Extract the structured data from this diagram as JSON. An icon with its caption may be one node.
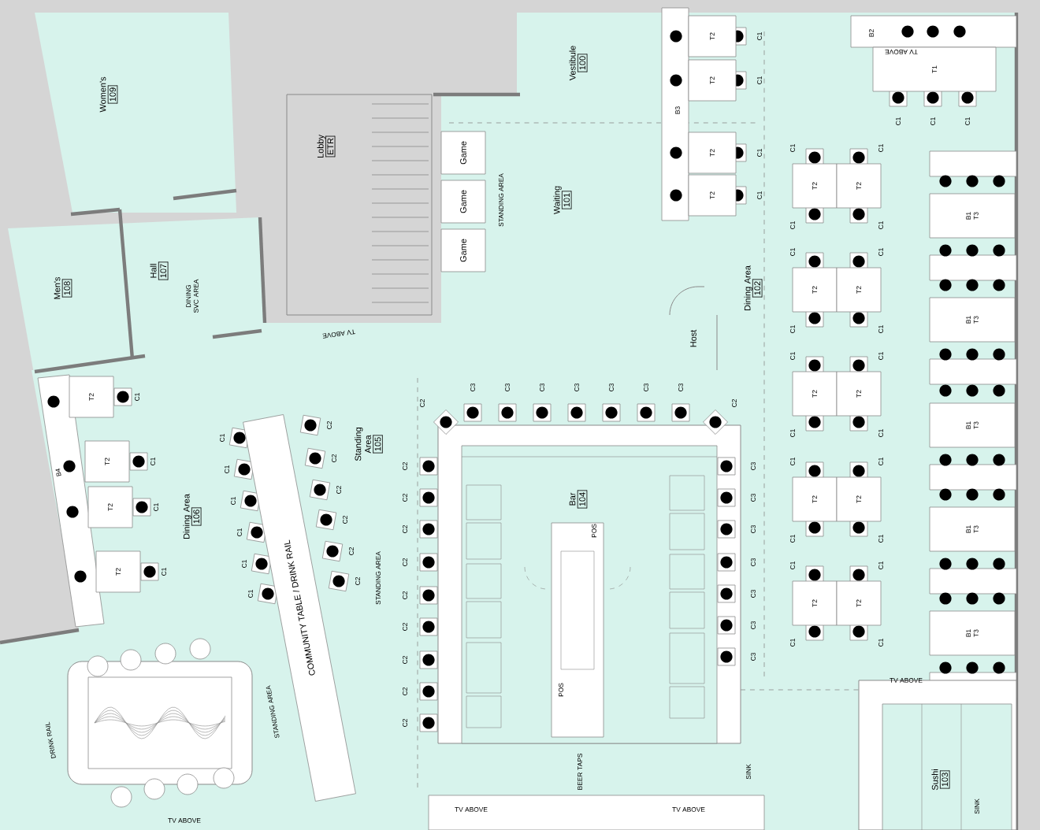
{
  "diagram": {
    "nodes": [
      {
        "text": [
          "Women's",
          "109"
        ]
      },
      {
        "text": [
          "Lobby",
          "ETR"
        ]
      },
      {
        "text": [
          "Men's",
          "108"
        ]
      },
      {
        "text": [
          "Hall",
          "107"
        ]
      },
      {
        "text": [
          "Vestibule",
          "100"
        ]
      },
      {
        "text": [
          "Waiting",
          "101"
        ]
      },
      {
        "text": [
          "Game"
        ]
      },
      {
        "text": [
          "Game"
        ]
      },
      {
        "text": [
          "Game"
        ]
      },
      {
        "text": [
          "Host"
        ]
      },
      {
        "text": [
          "Dining Area",
          "102"
        ]
      },
      {
        "text": [
          "Standing Area",
          "105"
        ]
      },
      {
        "text": [
          "Bar",
          "104"
        ]
      },
      {
        "text": [
          "Dining Area",
          "106"
        ]
      },
      {
        "text": [
          "Sushi",
          "103"
        ]
      },
      {
        "text": [
          "COMMUNITY TABLE / DRINK RAIL"
        ],
        "beside": [
          "C1",
          "C1",
          "C1",
          "C1",
          "C1",
          "C1",
          "C2",
          "C2",
          "C2",
          "C2",
          "C2",
          "C2"
        ]
      },
      {
        "text": [
          "T2"
        ],
        "beside": [
          "C1"
        ]
      },
      {
        "text": [
          "T2"
        ],
        "beside": [
          "C1"
        ]
      },
      {
        "text": [
          "T2"
        ],
        "beside": [
          "C1"
        ]
      },
      {
        "text": [
          "T2"
        ],
        "beside": [
          "C1"
        ]
      },
      {
        "text": [
          "T1"
        ],
        "beside": [
          "C1",
          "C1",
          "C1"
        ]
      },
      {
        "text": [
          "T2"
        ],
        "beside": [
          "C1",
          "C1"
        ]
      },
      {
        "text": [
          "T2"
        ],
        "beside": [
          "C1",
          "C1"
        ]
      },
      {
        "text": [
          "T2"
        ],
        "beside": [
          "C1",
          "C1"
        ]
      },
      {
        "text": [
          "T2"
        ],
        "beside": [
          "C1",
          "C1"
        ]
      },
      {
        "text": [
          "T2"
        ],
        "beside": [
          "C1",
          "C1"
        ]
      },
      {
        "text": [
          "T2"
        ],
        "beside": [
          "C1",
          "C1"
        ]
      },
      {
        "text": [
          "T2"
        ],
        "beside": [
          "C1",
          "C1"
        ]
      },
      {
        "text": [
          "T2"
        ],
        "beside": [
          "C1",
          "C1"
        ]
      },
      {
        "text": [
          "T2"
        ],
        "beside": [
          "C1",
          "C1"
        ]
      },
      {
        "text": [
          "T2"
        ],
        "beside": [
          "C1",
          "C1"
        ]
      },
      {
        "text": [
          "B1",
          "T3"
        ]
      },
      {
        "text": [
          "B1",
          "T3"
        ]
      },
      {
        "text": [
          "B1",
          "T3"
        ]
      },
      {
        "text": [
          "B1",
          "T3"
        ]
      },
      {
        "text": [
          "B1",
          "T3"
        ]
      },
      {
        "text": [
          "T2"
        ],
        "beside": [
          "C1"
        ]
      },
      {
        "text": [
          "T2"
        ],
        "beside": [
          "C1"
        ]
      },
      {
        "text": [
          "T2"
        ],
        "beside": [
          "C1"
        ]
      },
      {
        "text": [
          "T2"
        ],
        "beside": [
          "C1"
        ]
      }
    ],
    "labels": [
      "B3",
      "B2",
      "B4",
      "DINING SVC AREA",
      "STANDING AREA",
      "STANDING AREA",
      "STANDING AREA",
      "TV ABOVE",
      "TV ABOVE",
      "TV ABOVE",
      "TV ABOVE",
      "TV ABOVE",
      "TV ABOVE",
      "DRINK RAIL",
      "POS",
      "POS",
      "BEER TAPS",
      "SINK",
      "SINK",
      "C3",
      "C3",
      "C3",
      "C3",
      "C3",
      "C3",
      "C3",
      "C2",
      "C2",
      "C2",
      "C2",
      "C2",
      "C2",
      "C2",
      "C2",
      "C2",
      "C2",
      "C2",
      "C3",
      "C3",
      "C3",
      "C3",
      "C3",
      "C3",
      "C3"
    ]
  }
}
